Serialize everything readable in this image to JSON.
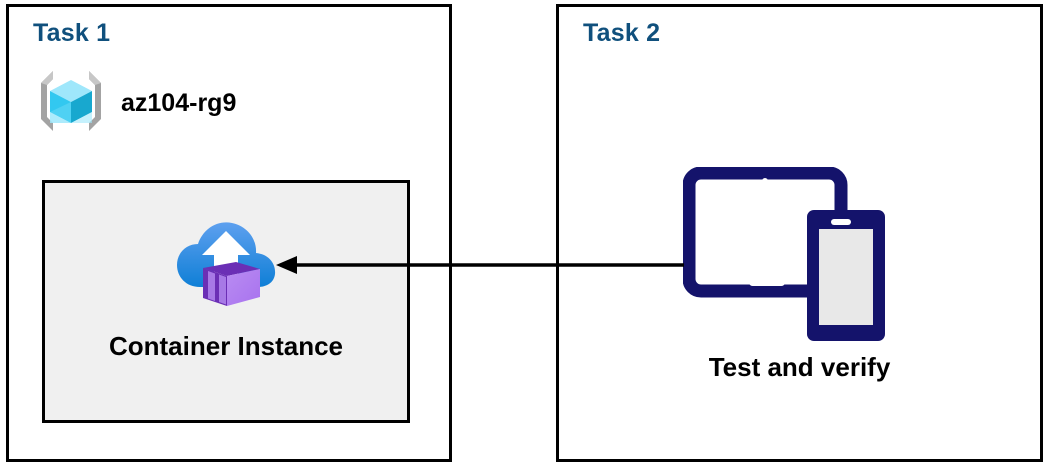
{
  "diagram": {
    "title_color": "#10507d",
    "border_color": "#000000",
    "background_color": "#ffffff",
    "panels": [
      {
        "id": "task1",
        "title": "Task 1",
        "resource_group": {
          "label": "az104-rg9",
          "icon": "azure-resource-group-icon"
        },
        "resource": {
          "label": "Container Instance",
          "icon": "azure-container-instance-icon",
          "box_fill": "#f0f0f0"
        }
      },
      {
        "id": "task2",
        "title": "Task 2",
        "devices": {
          "label": "Test and verify",
          "icon": "tablet-and-phone-icon",
          "icon_color": "#14136b"
        }
      }
    ],
    "connector": {
      "name": "verify-to-container-arrow",
      "direction": "left",
      "color": "#000000",
      "from": "Test and verify",
      "to": "Container Instance"
    }
  }
}
